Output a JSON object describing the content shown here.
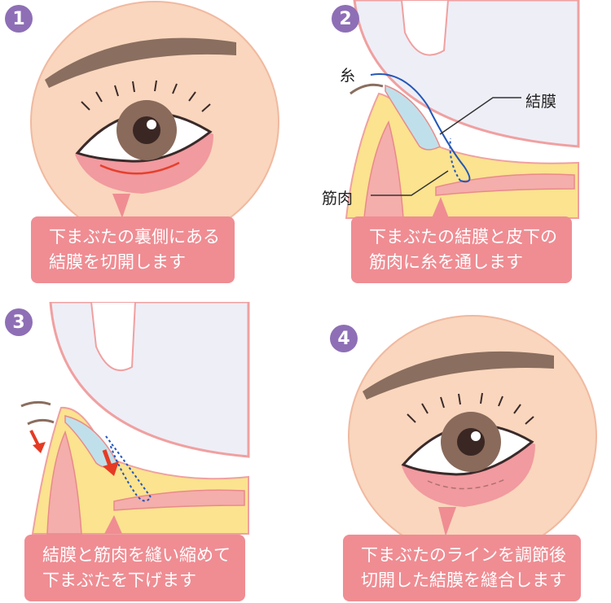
{
  "steps": [
    {
      "number": "1",
      "caption_lines": [
        "下まぶたの裏側にある",
        "結膜を切開します"
      ]
    },
    {
      "number": "2",
      "caption_lines": [
        "下まぶたの結膜と皮下の",
        "筋肉に糸を通します"
      ],
      "labels": {
        "thread": "糸",
        "conjunctiva": "結膜",
        "muscle": "筋肉"
      }
    },
    {
      "number": "3",
      "caption_lines": [
        "結膜と筋肉を縫い縮めて",
        "下まぶたを下げます"
      ]
    },
    {
      "number": "4",
      "caption_lines": [
        "下まぶたのラインを調節後",
        "切開した結膜を縫合します"
      ]
    }
  ],
  "colors": {
    "badge": "#8e6fb6",
    "caption_bg": "#ef8d93",
    "skin": "#f9d6bd",
    "eyebrow": "#8a6e5f",
    "iris": "#8a6a5a",
    "fat": "#fbe38f",
    "muscle": "#f4aeab",
    "conjunctiva": "#bfe0ea",
    "globe": "#eeeef7",
    "incision": "#e5402e",
    "thread": "#2457b8",
    "arrow": "#e53a24"
  },
  "icons": {
    "arrow": "red-down-arrow-icon"
  }
}
